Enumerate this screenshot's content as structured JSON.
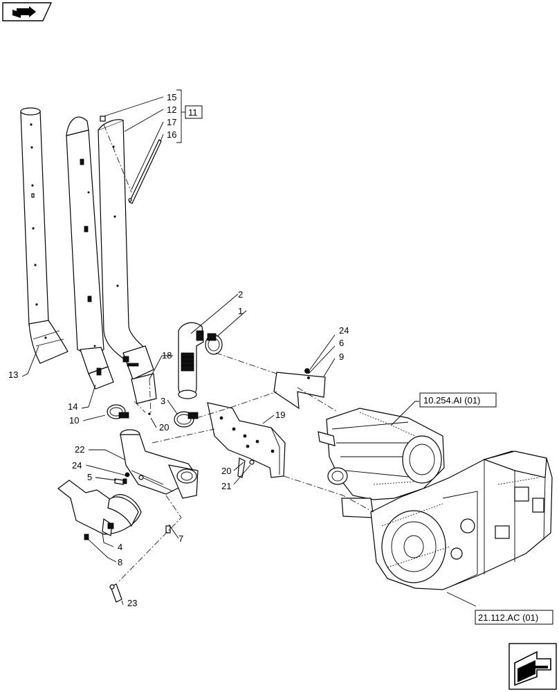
{
  "callouts": {
    "c1": "1",
    "c2": "2",
    "c3": "3",
    "c4": "4",
    "c5": "5",
    "c6": "6",
    "c7": "7",
    "c8": "8",
    "c9": "9",
    "c10": "10",
    "c11": "11",
    "c12": "12",
    "c13": "13",
    "c14": "14",
    "c15": "15",
    "c16": "16",
    "c17": "17",
    "c18": "18",
    "c19": "19",
    "c20a": "20",
    "c20b": "20",
    "c21": "21",
    "c22": "22",
    "c23": "23",
    "c24a": "24",
    "c24b": "24"
  },
  "references": {
    "ref_engine": "10.254.AI (01)",
    "ref_transmission": "21.112.AC (01)"
  },
  "icons": {
    "top_left": "book-arrow-icon",
    "bottom_right": "next-page-arrow-icon"
  }
}
